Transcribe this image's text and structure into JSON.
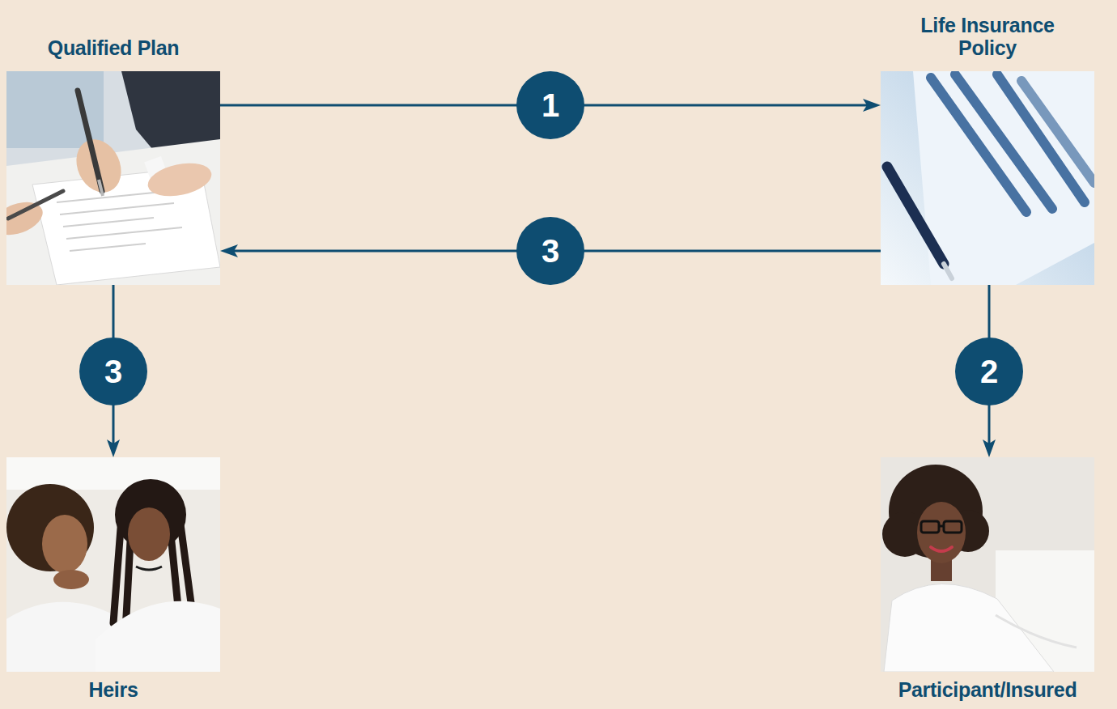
{
  "diagram": {
    "nodes": [
      {
        "text": [
          "Qualified Plan"
        ]
      },
      {
        "text": [
          "Life Insurance Policy"
        ]
      },
      {
        "text": [
          "Heirs"
        ]
      },
      {
        "text": [
          "Participant/Insured"
        ]
      }
    ],
    "edges": [
      {
        "from": 0,
        "to": 1,
        "label": "1",
        "arrow": "to"
      },
      {
        "from": 1,
        "to": 3,
        "label": "2",
        "arrow": "to"
      },
      {
        "from": 1,
        "to": 0,
        "label": "3",
        "arrow": "to"
      },
      {
        "from": 0,
        "to": 2,
        "label": "3",
        "arrow": "to"
      }
    ]
  }
}
